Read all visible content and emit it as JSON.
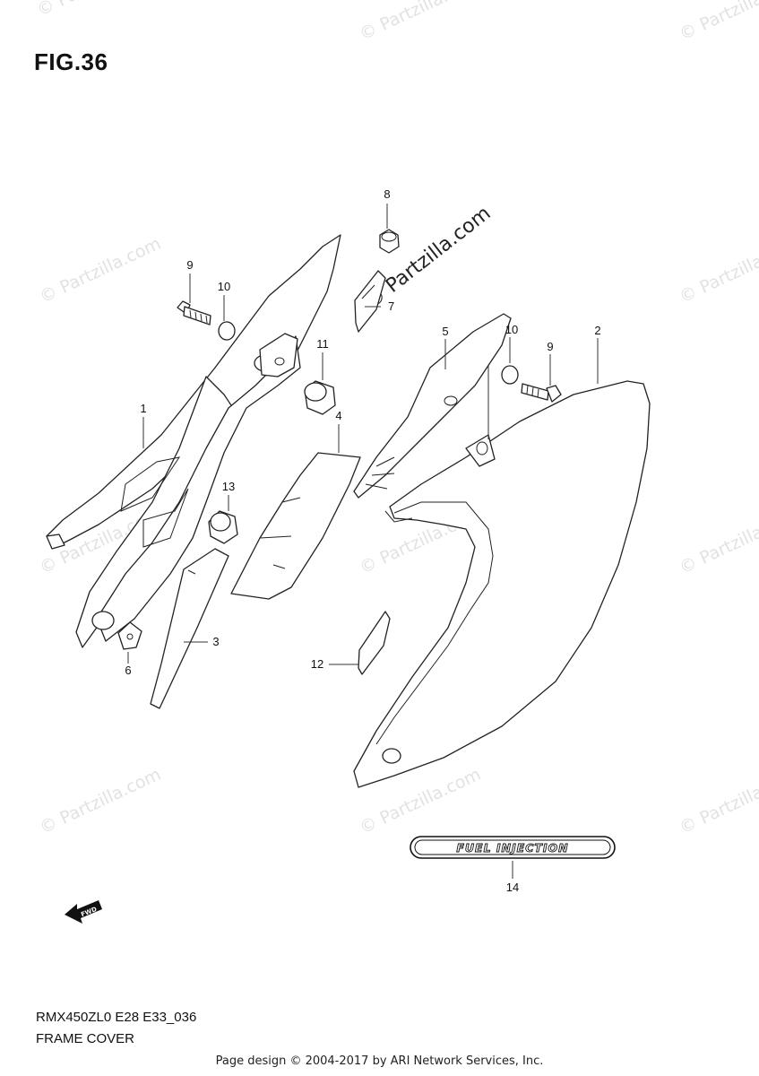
{
  "figure": {
    "title": "FIG.36"
  },
  "model_code": "RMX450ZL0 E28 E33_036",
  "section_name": "FRAME COVER",
  "footer": "Page design © 2004-2017 by ARI Network Services, Inc.",
  "watermark": "© Partzilla.com",
  "watermark_center": "© Partzilla.com",
  "decal": {
    "text": "FUEL INJECTION"
  },
  "forward_arrow": {
    "text": "FWD",
    "icon": "forward-arrow-icon"
  },
  "callouts": {
    "c1": "1",
    "c2": "2",
    "c3": "3",
    "c4": "4",
    "c5": "5",
    "c6": "6",
    "c7": "7",
    "c8": "8",
    "c9a": "9",
    "c9b": "9",
    "c10a": "10",
    "c10b": "10",
    "c11": "11",
    "c12": "12",
    "c13": "13",
    "c14": "14"
  }
}
